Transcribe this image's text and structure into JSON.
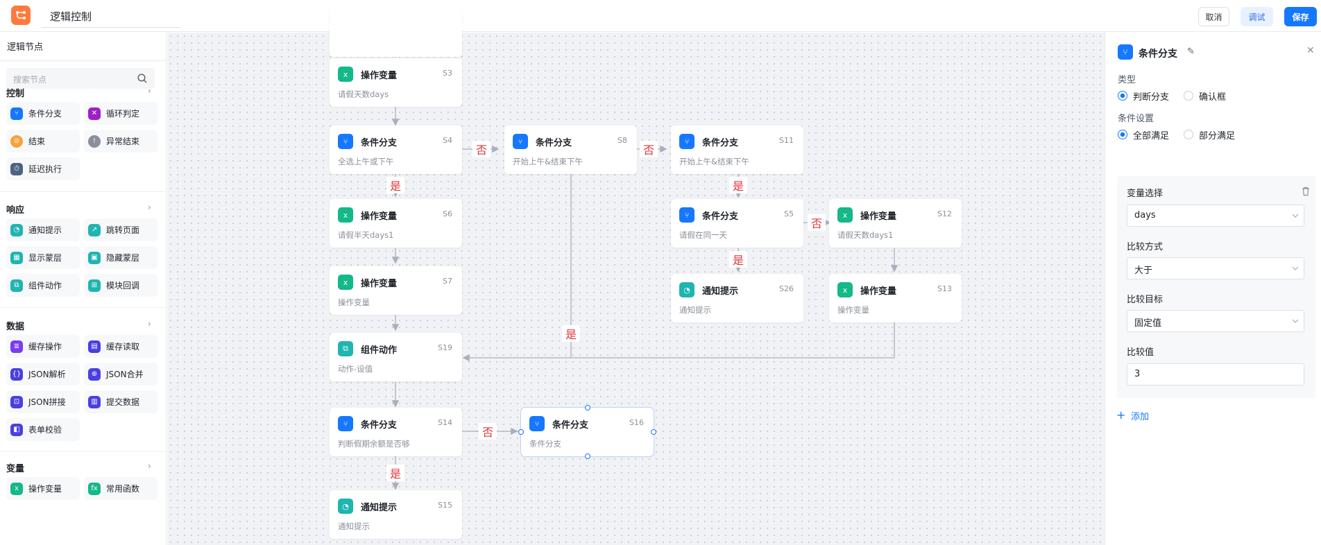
{
  "header": {
    "title": "逻辑控制",
    "cancel": "取消",
    "debug": "调试",
    "save": "保存"
  },
  "sidebar": {
    "title": "逻辑节点",
    "search_placeholder": "搜索节点",
    "sections": [
      {
        "title": "控制",
        "items": [
          {
            "label": "条件分支",
            "icon": "branch-icon",
            "color": "#1677ff"
          },
          {
            "label": "循环判定",
            "icon": "loop-icon",
            "color": "#a020c8"
          },
          {
            "label": "结束",
            "icon": "end-icon",
            "color": "#f6a23c"
          },
          {
            "label": "异常结束",
            "icon": "error-end-icon",
            "color": "#8a8f99"
          },
          {
            "label": "延迟执行",
            "icon": "delay-icon",
            "color": "#4d6380"
          }
        ]
      },
      {
        "title": "响应",
        "items": [
          {
            "label": "通知提示",
            "icon": "bell-icon",
            "color": "#1fb5b0"
          },
          {
            "label": "跳转页面",
            "icon": "jump-icon",
            "color": "#1fb5b0"
          },
          {
            "label": "显示蒙层",
            "icon": "show-mask-icon",
            "color": "#1fb5b0"
          },
          {
            "label": "隐藏蒙层",
            "icon": "hide-mask-icon",
            "color": "#1fb5b0"
          },
          {
            "label": "组件动作",
            "icon": "component-action-icon",
            "color": "#1fb5b0"
          },
          {
            "label": "模块回调",
            "icon": "module-callback-icon",
            "color": "#1fb5b0"
          }
        ]
      },
      {
        "title": "数据",
        "items": [
          {
            "label": "缓存操作",
            "icon": "cache-op-icon",
            "color": "#7b3cf0"
          },
          {
            "label": "缓存读取",
            "icon": "cache-read-icon",
            "color": "#4a3fe0"
          },
          {
            "label": "JSON解析",
            "icon": "json-parse-icon",
            "color": "#4a3fe0"
          },
          {
            "label": "JSON合并",
            "icon": "json-merge-icon",
            "color": "#4a3fe0"
          },
          {
            "label": "JSON拼接",
            "icon": "json-concat-icon",
            "color": "#4a3fe0"
          },
          {
            "label": "提交数据",
            "icon": "submit-icon",
            "color": "#4a3fe0"
          },
          {
            "label": "表单校验",
            "icon": "form-validate-icon",
            "color": "#4a3fe0"
          }
        ]
      },
      {
        "title": "变量",
        "items": [
          {
            "label": "操作变量",
            "icon": "variable-icon",
            "color": "#14b889"
          },
          {
            "label": "常用函数",
            "icon": "function-icon",
            "color": "#14b889"
          }
        ]
      }
    ]
  },
  "nodes": {
    "S3": {
      "title": "操作变量",
      "id": "S3",
      "desc": "请假天数days"
    },
    "S4": {
      "title": "条件分支",
      "id": "S4",
      "desc": "全选上午或下午"
    },
    "S8": {
      "title": "条件分支",
      "id": "S8",
      "desc": "开始上午&结束下午"
    },
    "S11": {
      "title": "条件分支",
      "id": "S11",
      "desc": "开始上午&结束下午"
    },
    "S6": {
      "title": "操作变量",
      "id": "S6",
      "desc": "请假半天days1"
    },
    "S5": {
      "title": "条件分支",
      "id": "S5",
      "desc": "请假在同一天"
    },
    "S12": {
      "title": "操作变量",
      "id": "S12",
      "desc": "请假天数days1"
    },
    "S7": {
      "title": "操作变量",
      "id": "S7",
      "desc": "操作变量"
    },
    "S26": {
      "title": "通知提示",
      "id": "S26",
      "desc": "通知提示"
    },
    "S13": {
      "title": "操作变量",
      "id": "S13",
      "desc": "操作变量"
    },
    "S19": {
      "title": "组件动作",
      "id": "S19",
      "desc": "动作-设值"
    },
    "S14": {
      "title": "条件分支",
      "id": "S14",
      "desc": "判断假期余额是否够"
    },
    "S16": {
      "title": "条件分支",
      "id": "S16",
      "desc": "条件分支"
    },
    "S15": {
      "title": "通知提示",
      "id": "S15",
      "desc": "通知提示"
    }
  },
  "edge_labels": {
    "yes": "是",
    "no": "否"
  },
  "panel": {
    "title": "条件分支",
    "type_label": "类型",
    "type_options": [
      "判断分支",
      "确认框"
    ],
    "type_selected": "判断分支",
    "cond_label": "条件设置",
    "cond_options": [
      "全部满足",
      "部分满足"
    ],
    "cond_selected": "全部满足",
    "var_label": "变量选择",
    "var_value": "days",
    "compare_label": "比较方式",
    "compare_value": "大于",
    "target_label": "比较目标",
    "target_value": "固定值",
    "value_label": "比较值",
    "value_value": "3",
    "add_label": "添加"
  }
}
